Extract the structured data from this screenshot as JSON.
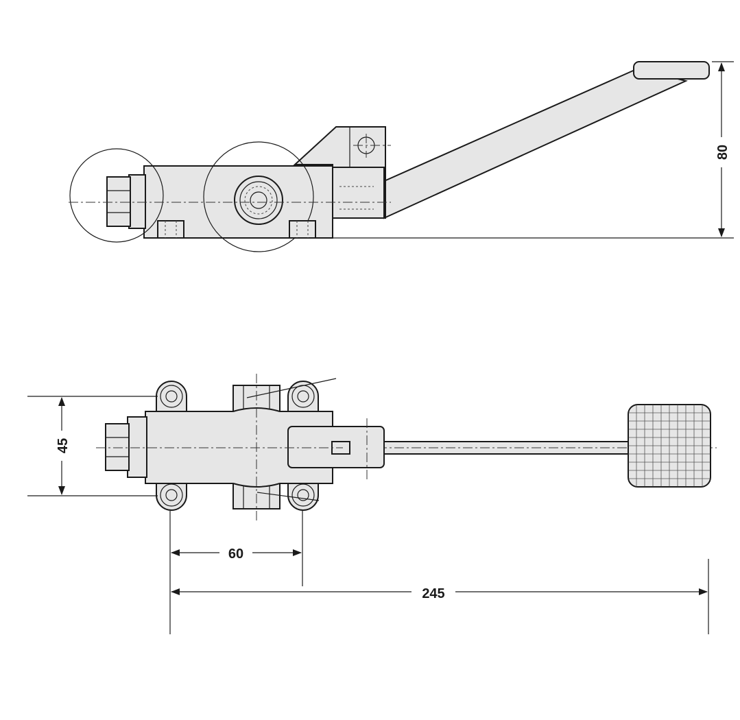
{
  "dimensions": {
    "height_side": "80",
    "width_top": "45",
    "hole_spacing": "60",
    "overall_length": "245"
  },
  "colors": {
    "part_fill": "#e6e6e6",
    "line": "#1a1a1a",
    "background": "#ffffff"
  }
}
